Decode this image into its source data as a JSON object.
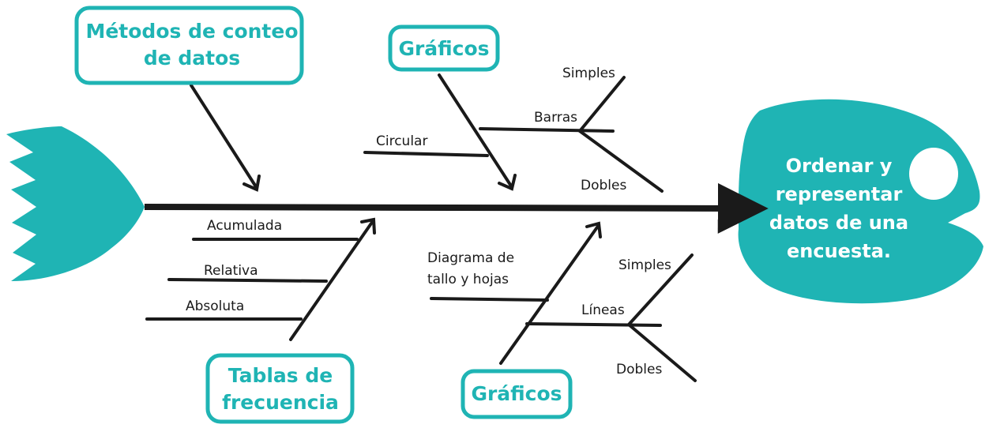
{
  "colors": {
    "accent": "#1fb4b4",
    "ink": "#1a1a1a",
    "background": "#ffffff"
  },
  "head": {
    "lines": [
      "Ordenar y",
      "representar",
      "datos de una",
      "encuesta."
    ]
  },
  "categories": {
    "metodos": {
      "lines": [
        "Métodos de conteo",
        "de datos"
      ]
    },
    "graficos_top": {
      "lines": [
        "Gráficos"
      ]
    },
    "tablas": {
      "lines": [
        "Tablas de",
        "frecuencia"
      ]
    },
    "graficos_bottom": {
      "lines": [
        "Gráficos"
      ]
    }
  },
  "labels": {
    "circular": "Circular",
    "barras": "Barras",
    "barras_simples": "Simples",
    "barras_dobles": "Dobles",
    "acumulada": "Acumulada",
    "relativa": "Relativa",
    "absoluta": "Absoluta",
    "tallo_hojas": [
      "Diagrama de",
      "tallo y hojas"
    ],
    "lineas": "Líneas",
    "lineas_simples": "Simples",
    "lineas_dobles": "Dobles"
  }
}
